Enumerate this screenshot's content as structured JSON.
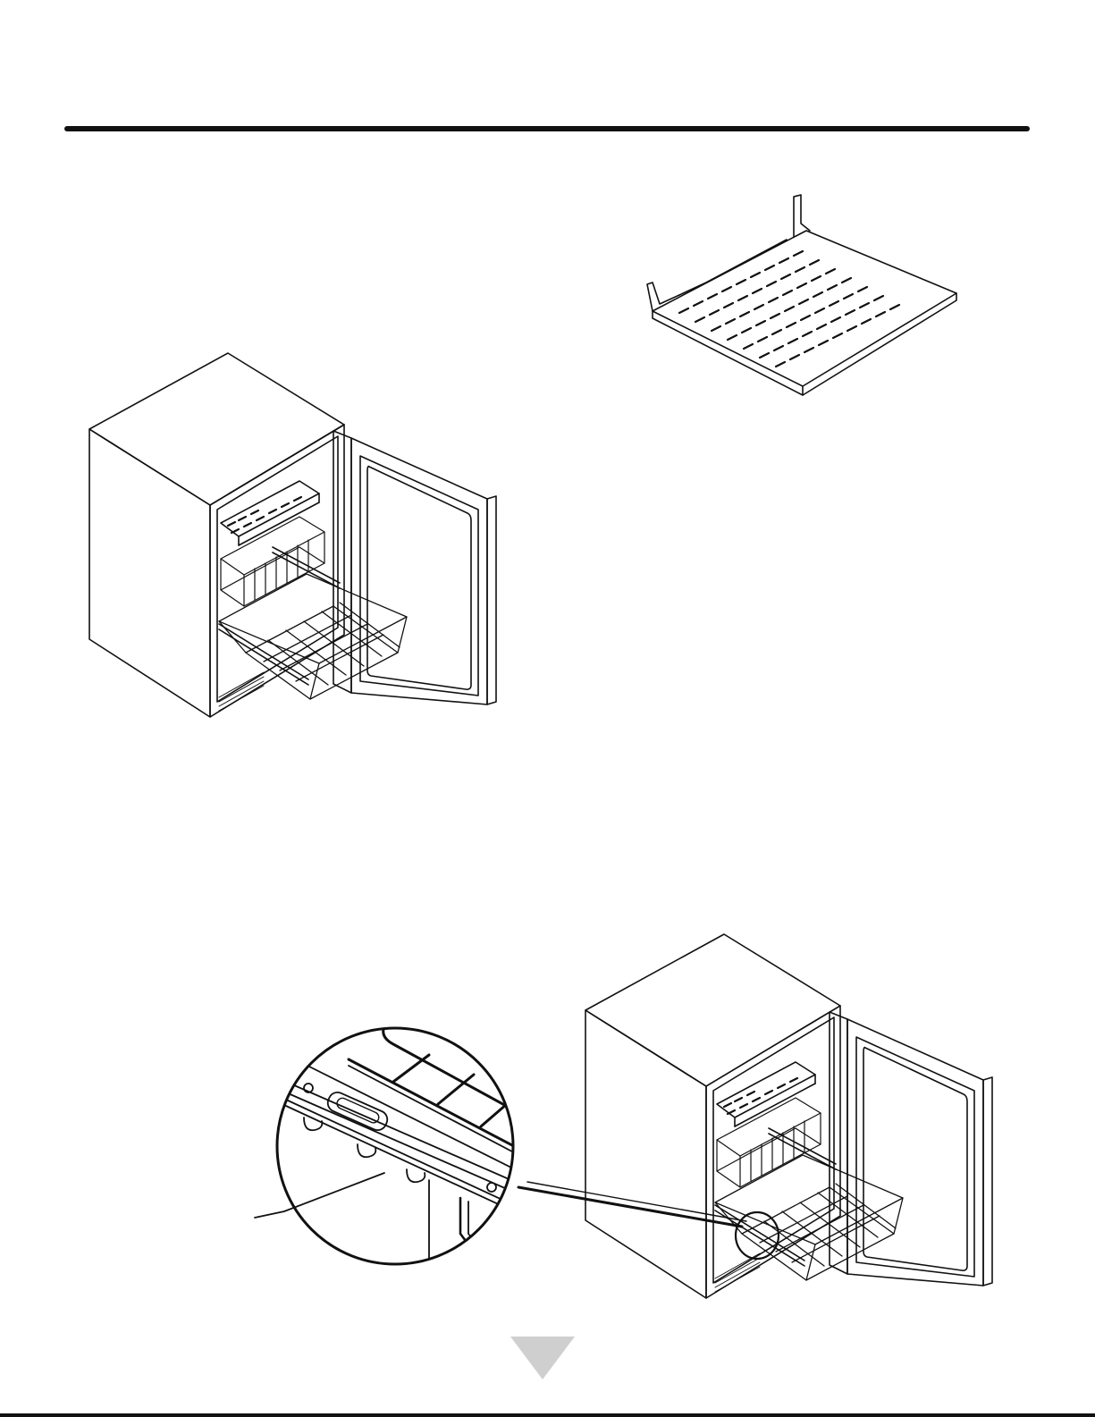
{
  "page": {
    "title": "",
    "figures": [
      {
        "id": "fridge-open-upper",
        "icon": "refrigerator-open-door-with-drawers"
      },
      {
        "id": "wire-shelf",
        "icon": "perforated-shelf"
      },
      {
        "id": "fridge-open-lower",
        "icon": "refrigerator-open-door-with-drawers"
      },
      {
        "id": "rail-detail",
        "icon": "magnified-drawer-rail-detail"
      }
    ],
    "navigation": {
      "next_icon": "down-triangle-icon",
      "arrow_color": "#cfcfcf"
    },
    "colors": {
      "line": "#111111",
      "background": "#ffffff"
    }
  }
}
